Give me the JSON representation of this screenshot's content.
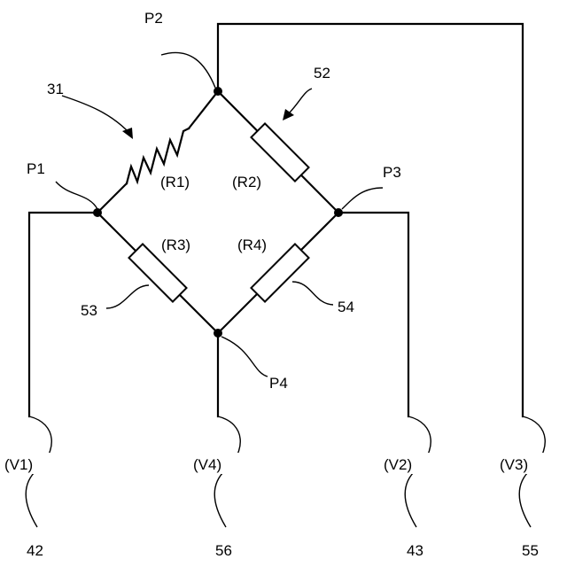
{
  "nodes": {
    "p1": "P1",
    "p2": "P2",
    "p3": "P3",
    "p4": "P4"
  },
  "resistors": {
    "r1": "(R1)",
    "r2": "(R2)",
    "r3": "(R3)",
    "r4": "(R4)"
  },
  "terminals": {
    "v1": "(V1)",
    "v2": "(V2)",
    "v3": "(V3)",
    "v4": "(V4)"
  },
  "references": {
    "ref31": "31",
    "ref52": "52",
    "ref53": "53",
    "ref54": "54",
    "ref42": "42",
    "ref56": "56",
    "ref43": "43",
    "ref55": "55"
  }
}
